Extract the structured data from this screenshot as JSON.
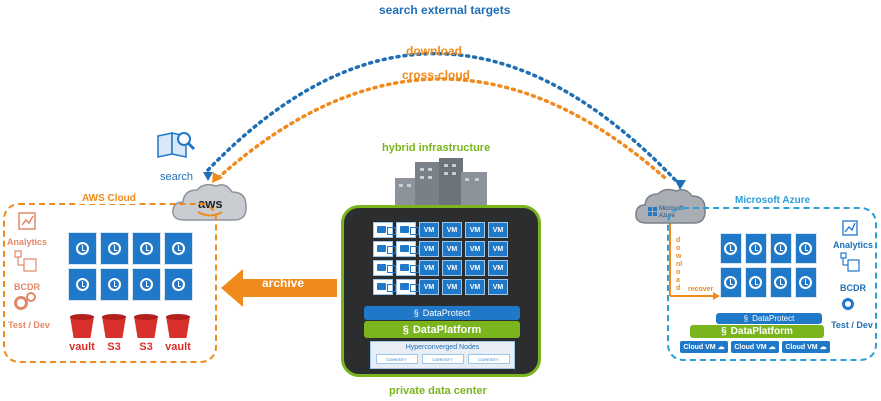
{
  "flows": {
    "search_external_targets": "search external targets",
    "download": "download",
    "cross_cloud": "cross-cloud",
    "search": "search",
    "archive": "archive",
    "recover": "recover",
    "download_vertical": "download"
  },
  "aws": {
    "title": "AWS Cloud",
    "cloud_logo": "aws",
    "side": [
      "Analytics",
      "BCDR",
      "Test / Dev"
    ],
    "storage": [
      "vault",
      "S3",
      "S3",
      "vault"
    ]
  },
  "datacenter": {
    "top_label": "hybrid infrastructure",
    "bottom_label": "private data center",
    "vm_label": "VM",
    "dataprotect": "DataProtect",
    "dataplatform": "DataPlatform",
    "hyperconverged": "Hyperconverged Nodes",
    "node_label": "COHESITY"
  },
  "azure": {
    "title": "Microsoft Azure",
    "cloud_logo": "Microsoft Azure",
    "side": [
      "Analytics",
      "BCDR",
      "Test / Dev"
    ],
    "dataprotect": "DataProtect",
    "dataplatform": "DataPlatform",
    "cloud_vms": [
      "Cloud VM",
      "Cloud VM",
      "Cloud VM"
    ]
  },
  "colors": {
    "blue": "#1f6fb5",
    "orange": "#f08a1c",
    "green": "#7ab51d",
    "sky": "#2a9fd8",
    "dark": "#2b2d2f"
  }
}
